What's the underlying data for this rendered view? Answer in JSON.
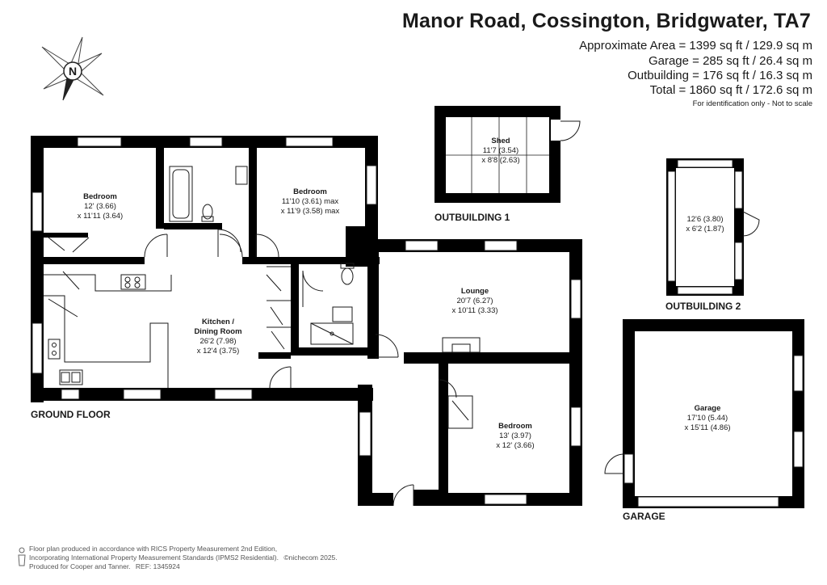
{
  "header": {
    "title": "Manor Road, Cossington, Bridgwater, TA7",
    "areas": [
      "Approximate Area = 1399 sq ft / 129.9 sq m",
      "Garage = 285 sq ft / 26.4 sq m",
      "Outbuilding = 176 sq ft / 16.3 sq m",
      "Total = 1860 sq ft / 172.6 sq m"
    ],
    "identification": "For identification only - Not to scale"
  },
  "compass": {
    "letter": "N"
  },
  "rooms": {
    "bedroom1": {
      "name": "Bedroom",
      "dim1": "12' (3.66)",
      "dim2": "x 11'11 (3.64)"
    },
    "bedroom2": {
      "name": "Bedroom",
      "dim1": "11'10 (3.61) max",
      "dim2": "x 11'9 (3.58) max"
    },
    "shed": {
      "name": "Shed",
      "dim1": "11'7 (3.54)",
      "dim2": "x 8'8 (2.63)"
    },
    "outbuilding2": {
      "dim1": "12'6 (3.80)",
      "dim2": "x 6'2 (1.87)"
    },
    "lounge": {
      "name": "Lounge",
      "dim1": "20'7 (6.27)",
      "dim2": "x 10'11 (3.33)"
    },
    "kitchen": {
      "name1": "Kitchen /",
      "name2": "Dining Room",
      "dim1": "26'2 (7.98)",
      "dim2": "x 12'4 (3.75)"
    },
    "bedroom3": {
      "name": "Bedroom",
      "dim1": "13' (3.97)",
      "dim2": "x 12' (3.66)"
    },
    "garage": {
      "name": "Garage",
      "dim1": "17'10 (5.44)",
      "dim2": "x 15'11 (4.86)"
    }
  },
  "section_labels": {
    "outbuilding1": "OUTBUILDING 1",
    "outbuilding2": "OUTBUILDING 2",
    "ground_floor": "GROUND FLOOR",
    "garage": "GARAGE"
  },
  "footer": {
    "line1": "Floor plan produced in accordance with RICS Property Measurement 2nd Edition,",
    "line2": "Incorporating International Property Measurement Standards (IPMS2 Residential).",
    "brand": "©nichecom 2025.",
    "line3": "Produced for Cooper and Tanner.",
    "ref": "REF:  1345924"
  },
  "colors": {
    "wall": "#000000",
    "line": "#1a1a1a",
    "background": "#ffffff"
  }
}
